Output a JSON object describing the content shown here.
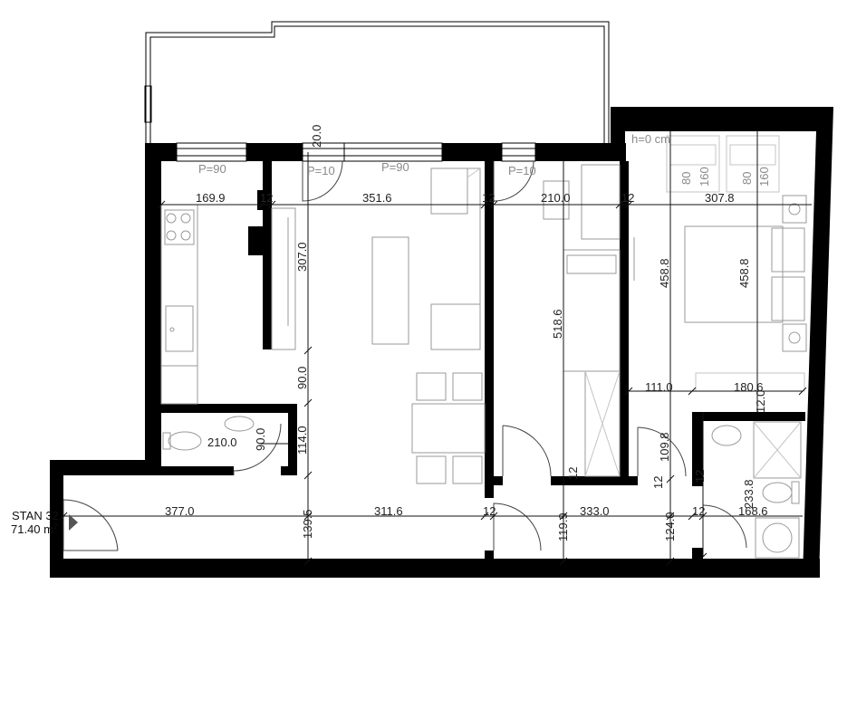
{
  "unit": {
    "name": "STAN 32",
    "area": "71.40 m",
    "area_sup": "2"
  },
  "dimensions": {
    "d_169_9": "169.9",
    "d_12_a": "12",
    "d_351_6": "351.6",
    "d_12_b": "12",
    "d_210_0_top": "210.0",
    "d_12_c": "12",
    "d_307_8": "307.8",
    "d_20_0": "20.0",
    "d_307_0": "307.0",
    "d_90_0_mid": "90.0",
    "d_114_0": "114.0",
    "d_90_0_wc": "90.0",
    "d_210_0_wc": "210.0",
    "d_518_6": "518.6",
    "d_458_8_a": "458.8",
    "d_458_8_b": "458.8",
    "d_111_0": "111.0",
    "d_180_6": "180.6",
    "d_12_0": "12.0",
    "d_109_8": "109.8",
    "d_12_d": "12",
    "d_233_8": "233.8",
    "d_12_e": "12",
    "d_377_0": "377.0",
    "d_139_5": "139.5",
    "d_311_6": "311.6",
    "d_12_f": "12",
    "d_119_9": "119.9",
    "d_333_0": "333.0",
    "d_124_0": "124.0",
    "d_12_g": "12",
    "d_168_6": "168.6",
    "d_12_h": "12"
  },
  "windows": {
    "w1": "P=90",
    "w2": "P=10",
    "w3": "P=90",
    "w4": "P=10"
  },
  "notes": {
    "h0": "h=0 cm",
    "bed_80_a": "80",
    "bed_160_a": "160",
    "bed_80_b": "80",
    "bed_160_b": "160"
  },
  "colors": {
    "wall": "#000000",
    "dimension_text": "#222222",
    "faint_text": "#8a8a8a",
    "furniture": "#9a9a9a"
  }
}
